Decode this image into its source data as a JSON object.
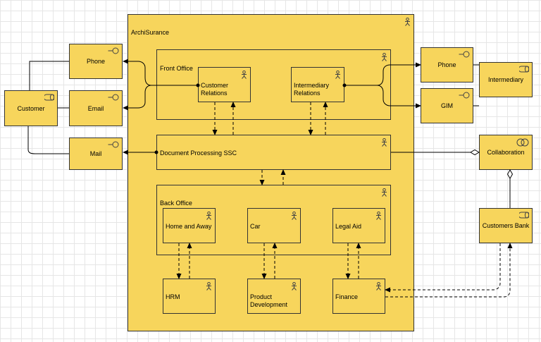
{
  "nodes": {
    "archisurance": "ArchiSurance",
    "front_office": "Front Office",
    "customer_relations": "Customer\nRelations",
    "intermediary_relations": "Intermediary\nRelations",
    "doc_processing": "Document Processing SSC",
    "back_office": "Back Office",
    "home_and_away": "Home and Away",
    "car": "Car",
    "legal_aid": "Legal Aid",
    "hrm": "HRM",
    "product_development": "Product\nDevelopment",
    "finance": "Finance",
    "customer": "Customer",
    "phone_left": "Phone",
    "email": "Email",
    "mail": "Mail",
    "phone_right": "Phone",
    "gim": "GIM",
    "intermediary": "Intermediary",
    "collaboration": "Collaboration",
    "customers_bank": "Customers Bank"
  },
  "colors": {
    "fill": "#f7d55c",
    "stroke": "#333333",
    "grid": "#e6e6e6"
  }
}
